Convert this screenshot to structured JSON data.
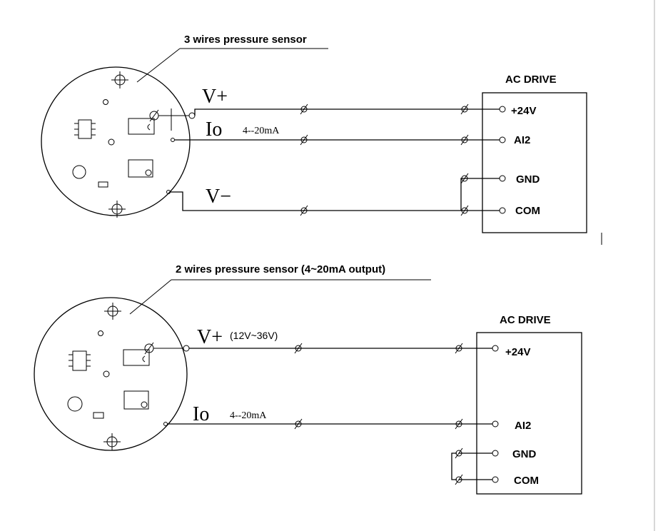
{
  "three_wire": {
    "title": "3 wires pressure sensor",
    "drive_title": "AC DRIVE",
    "signals": {
      "vplus": "V+",
      "io": "Io",
      "range": "4--20mA",
      "vminus": "V−"
    },
    "terminals": [
      "+24V",
      "AI2",
      "GND",
      "COM"
    ]
  },
  "two_wire": {
    "title": "2 wires pressure sensor (4~20mA output)",
    "drive_title": "AC DRIVE",
    "signals": {
      "vplus": "V+",
      "voltage": "(12V~36V)",
      "io": "Io",
      "range": "4--20mA"
    },
    "terminals": [
      "+24V",
      "AI2",
      "GND",
      "COM"
    ]
  }
}
